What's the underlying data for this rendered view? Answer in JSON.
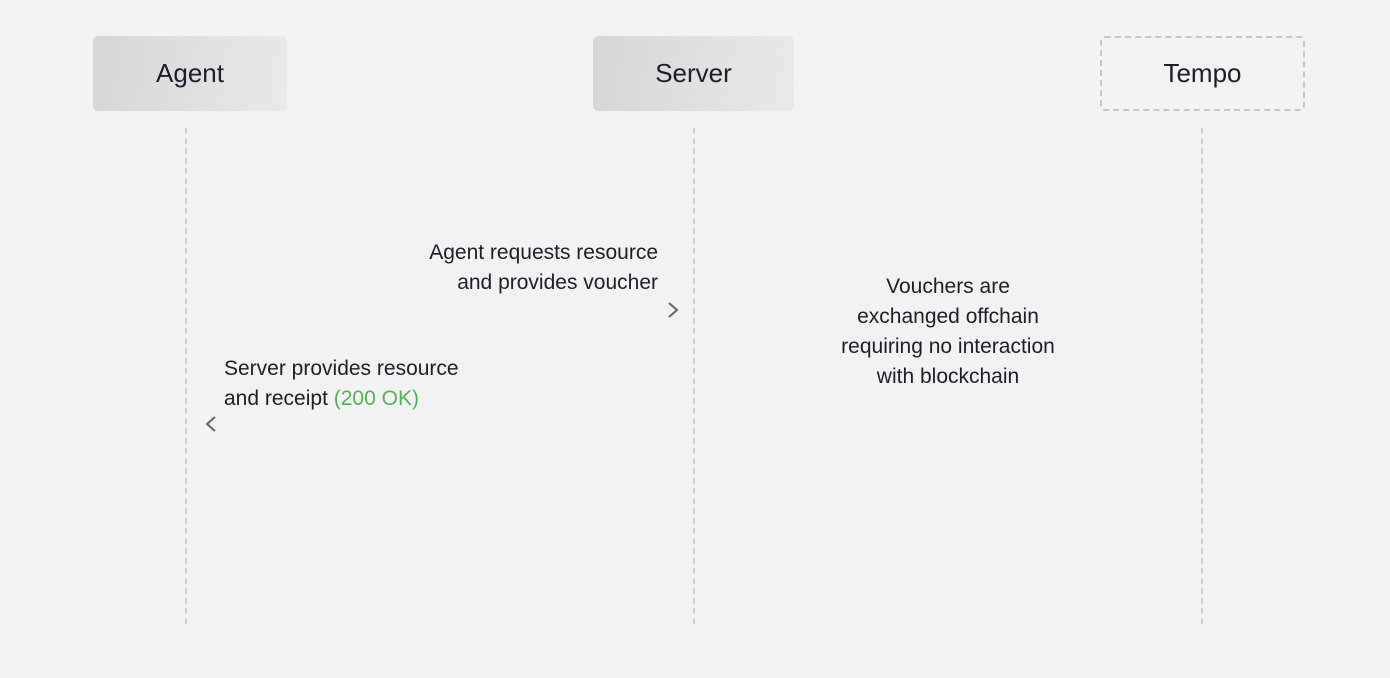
{
  "actors": [
    {
      "label": "Agent"
    },
    {
      "label": "Server"
    },
    {
      "label": "Tempo",
      "style": "dashed"
    }
  ],
  "messages": [
    {
      "from": "Agent",
      "to": "Server",
      "lines": [
        "Agent requests resource",
        "and provides voucher"
      ]
    },
    {
      "from": "Server",
      "to": "Agent",
      "lines": [
        "Server provides resource",
        "and receipt"
      ],
      "status": "(200 OK)",
      "status_color": "#5aad5a"
    }
  ],
  "note": {
    "lines": [
      "Vouchers are",
      "exchanged offchain",
      "requiring no interaction",
      "with blockchain"
    ]
  }
}
